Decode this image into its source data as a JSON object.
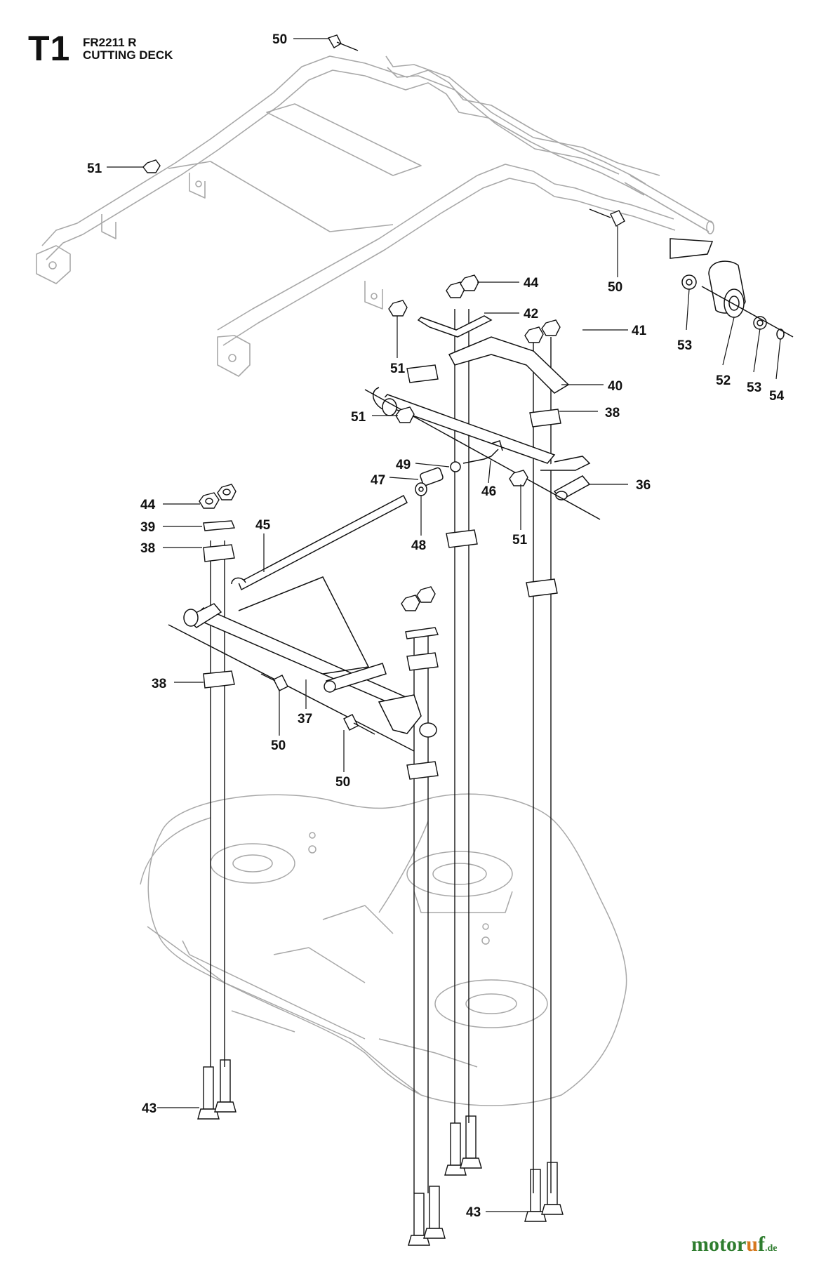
{
  "header": {
    "page_code": "T1",
    "model": "FR2211 R",
    "title": "CUTTING DECK"
  },
  "watermark": {
    "brand_main": "motor",
    "brand_accent": "u",
    "brand_end": "f",
    "tld": ".de",
    "colors": {
      "main": "#2f7d2f",
      "accent": "#d6781e"
    }
  },
  "callouts": [
    {
      "id": "c1",
      "label": "50"
    },
    {
      "id": "c2",
      "label": "51"
    },
    {
      "id": "c3",
      "label": "50"
    },
    {
      "id": "c4",
      "label": "44"
    },
    {
      "id": "c5",
      "label": "42"
    },
    {
      "id": "c6",
      "label": "41"
    },
    {
      "id": "c7",
      "label": "53"
    },
    {
      "id": "c8",
      "label": "52"
    },
    {
      "id": "c9",
      "label": "53"
    },
    {
      "id": "c10",
      "label": "54"
    },
    {
      "id": "c11",
      "label": "51"
    },
    {
      "id": "c12",
      "label": "40"
    },
    {
      "id": "c13",
      "label": "51"
    },
    {
      "id": "c14",
      "label": "38"
    },
    {
      "id": "c15",
      "label": "49"
    },
    {
      "id": "c16",
      "label": "47"
    },
    {
      "id": "c17",
      "label": "46"
    },
    {
      "id": "c18",
      "label": "36"
    },
    {
      "id": "c19",
      "label": "44"
    },
    {
      "id": "c20",
      "label": "39"
    },
    {
      "id": "c21",
      "label": "38"
    },
    {
      "id": "c22",
      "label": "45"
    },
    {
      "id": "c23",
      "label": "48"
    },
    {
      "id": "c24",
      "label": "51"
    },
    {
      "id": "c25",
      "label": "38"
    },
    {
      "id": "c26",
      "label": "37"
    },
    {
      "id": "c27",
      "label": "50"
    },
    {
      "id": "c28",
      "label": "50"
    },
    {
      "id": "c29",
      "label": "43"
    },
    {
      "id": "c30",
      "label": "43"
    }
  ],
  "colors": {
    "line": "#111111",
    "ghost": "#a8a8a8",
    "background": "#ffffff"
  }
}
